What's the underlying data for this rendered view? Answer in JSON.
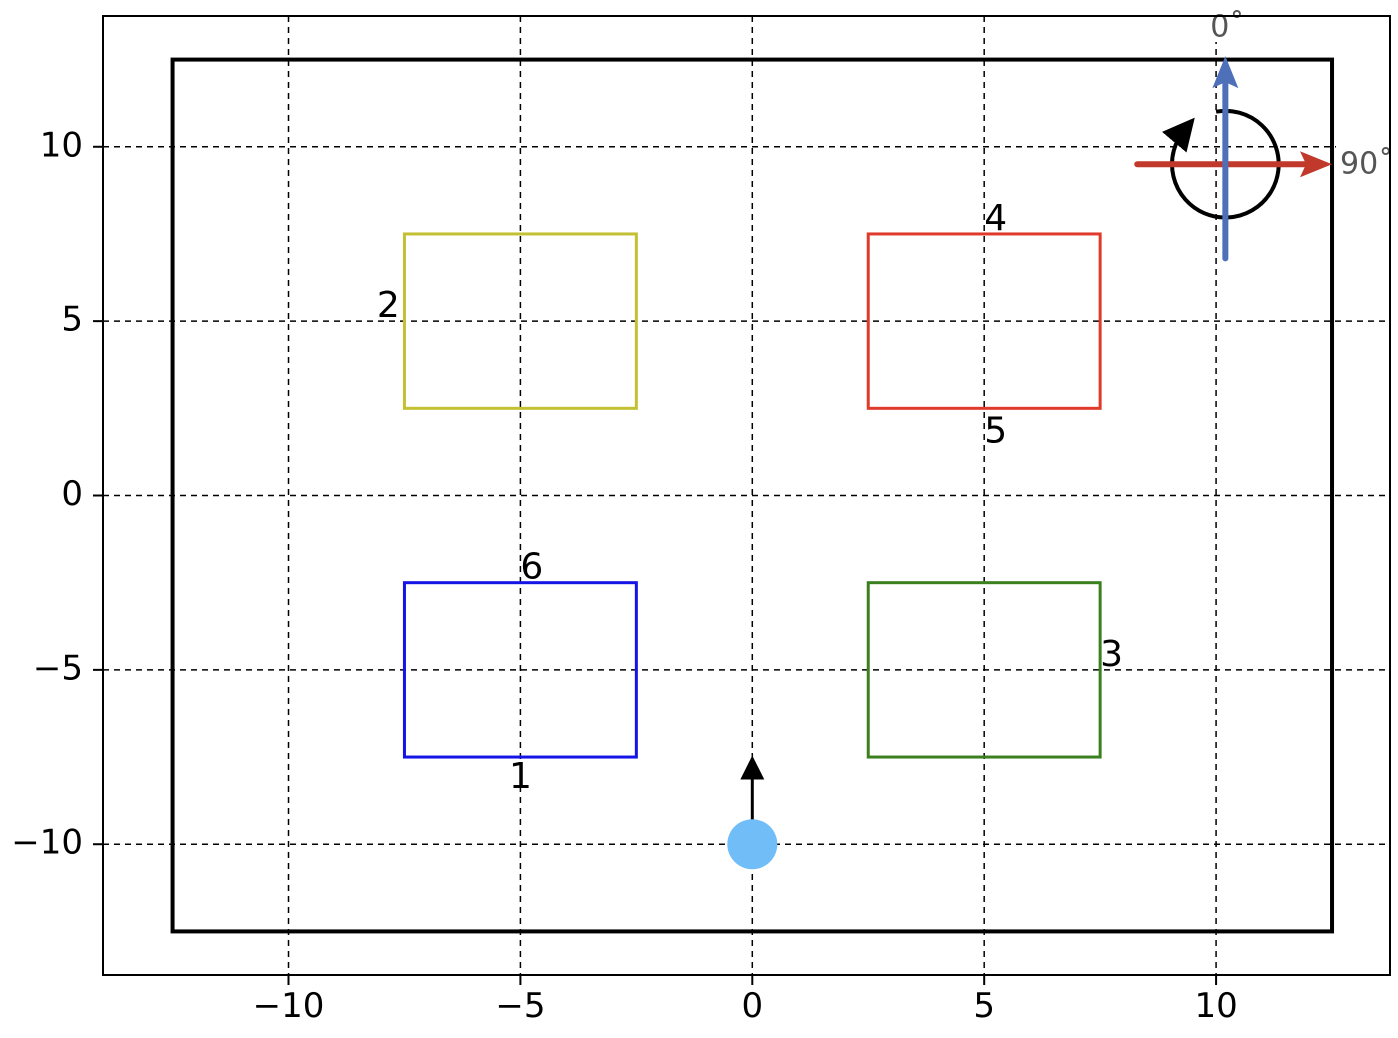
{
  "chart_data": {
    "type": "diagram",
    "title": "",
    "xlabel": "",
    "ylabel": "",
    "xlim": [
      -14,
      13.75
    ],
    "ylim": [
      -13.75,
      13.75
    ],
    "xticks": [
      -10,
      -5,
      0,
      5,
      10
    ],
    "yticks": [
      -10,
      -5,
      0,
      5,
      10
    ],
    "xtick_labels": [
      "−10",
      "−5",
      "0",
      "5",
      "10"
    ],
    "ytick_labels": [
      "−10",
      "−5",
      "0",
      "5",
      "10"
    ],
    "grid": true,
    "grid_style": "dashed",
    "colors": {
      "axis": "#000000",
      "grid": "#000000",
      "boundary": "#000000",
      "robot": "#70bdf8",
      "heading_arrow": "#000000",
      "compass_up": "#4e70b9",
      "compass_right": "#c0392b",
      "compass_label": "#555555",
      "rotation": "#000000"
    },
    "boundary": {
      "x": [
        -12.5,
        12.5
      ],
      "y": [
        -12.5,
        12.5
      ]
    },
    "rectangles": [
      {
        "name": "yellow",
        "x": [
          -7.5,
          -2.5
        ],
        "y": [
          2.5,
          7.5
        ],
        "color": "#c4c034"
      },
      {
        "name": "red",
        "x": [
          2.5,
          7.5
        ],
        "y": [
          2.5,
          7.5
        ],
        "color": "#e03a2c"
      },
      {
        "name": "blue",
        "x": [
          -7.5,
          -2.5
        ],
        "y": [
          -7.5,
          -2.5
        ],
        "color": "#1414e6"
      },
      {
        "name": "green",
        "x": [
          2.5,
          7.5
        ],
        "y": [
          -7.5,
          -2.5
        ],
        "color": "#3b7f1f"
      }
    ],
    "edge_labels": [
      {
        "text": "1",
        "x": -5,
        "y": -8.1,
        "anchor": "middle"
      },
      {
        "text": "2",
        "x": -7.6,
        "y": 5.4,
        "anchor": "end"
      },
      {
        "text": "3",
        "x": 7.5,
        "y": -4.6,
        "anchor": "start"
      },
      {
        "text": "4",
        "x": 5,
        "y": 7.9,
        "anchor": "start"
      },
      {
        "text": "5",
        "x": 5,
        "y": 1.8,
        "anchor": "start"
      },
      {
        "text": "6",
        "x": -5,
        "y": -2.1,
        "anchor": "start"
      }
    ],
    "robot": {
      "x": 0,
      "y": -10,
      "heading_deg": 0,
      "arrow_length": 2.2
    },
    "compass": {
      "center": {
        "x": 10.2,
        "y": 9.5
      },
      "up_arrow": {
        "from": [
          10.2,
          6.8
        ],
        "to": [
          10.2,
          12.6
        ]
      },
      "right_arrow": {
        "from": [
          8.3,
          9.5
        ],
        "to": [
          12.5,
          9.5
        ]
      },
      "rotation_radius": 1.15,
      "labels": {
        "up": "0˚",
        "right": "90˚"
      }
    }
  }
}
